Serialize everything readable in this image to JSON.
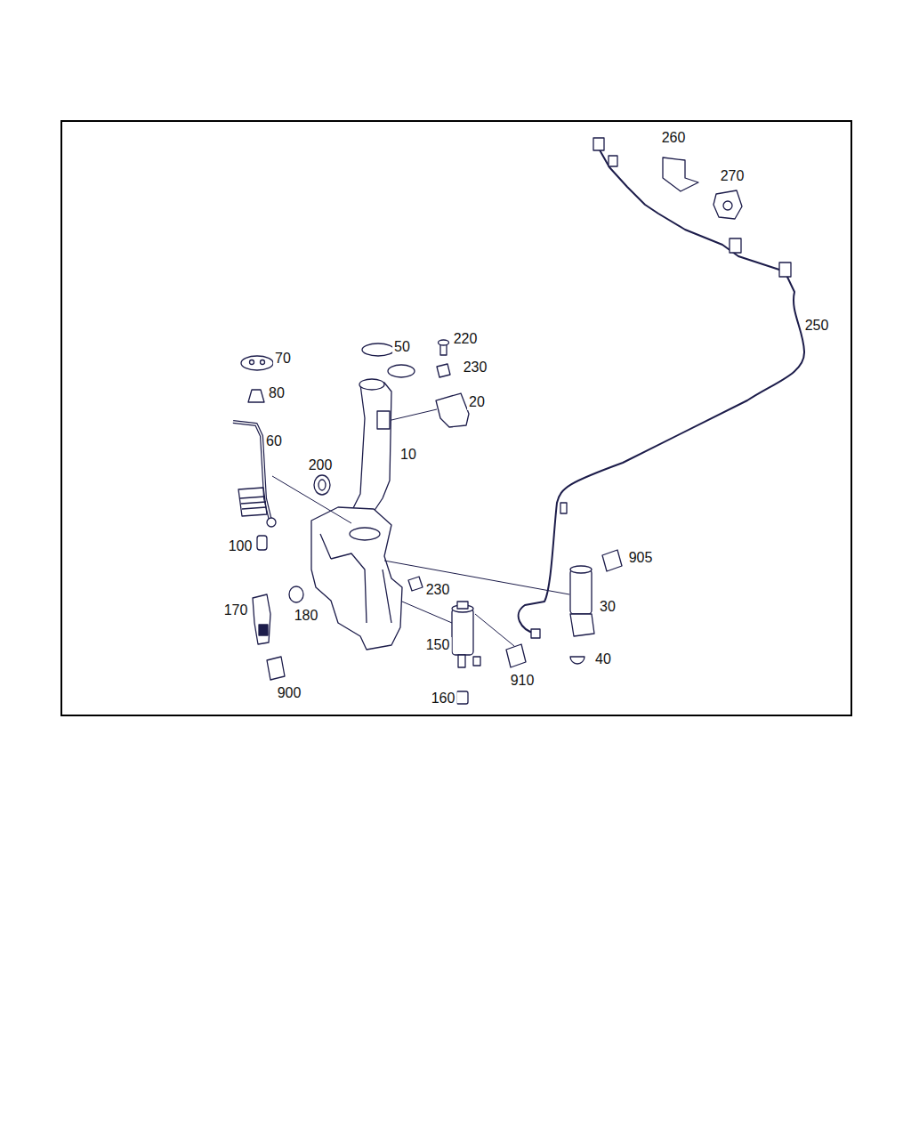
{
  "diagram": {
    "labels": [
      "260",
      "270",
      "250",
      "220",
      "50",
      "70",
      "230",
      "80",
      "20",
      "60",
      "10",
      "200",
      "100",
      "905",
      "230",
      "30",
      "170",
      "180",
      "150",
      "40",
      "910",
      "900",
      "160"
    ]
  }
}
